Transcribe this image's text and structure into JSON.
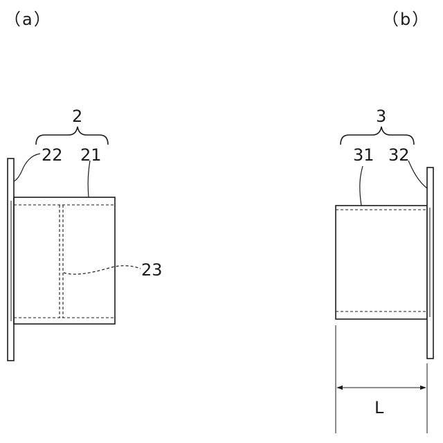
{
  "panel_a": {
    "label": "（a）",
    "group_ref": "2",
    "flange_ref": "22",
    "body_ref": "21",
    "inner_ref": "23"
  },
  "panel_b": {
    "label": "（b）",
    "group_ref": "3",
    "body_ref": "31",
    "flange_ref": "32",
    "dimension_label": "L"
  }
}
